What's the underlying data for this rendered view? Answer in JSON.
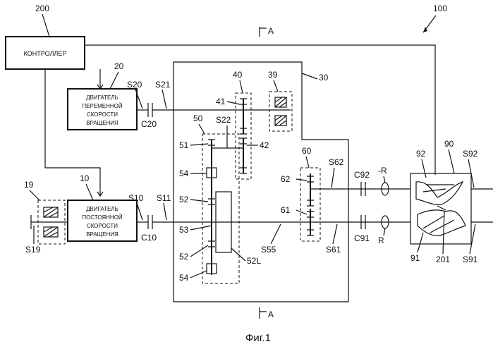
{
  "labels": {
    "controller_ref": "200",
    "system_ref": "100",
    "section_top": "A",
    "section_bottom": "A",
    "motor_var_ref": "20",
    "motor_const_ref": "10",
    "gearbox_ref": "30",
    "n40": "40",
    "n39": "39",
    "n41": "41",
    "n42": "42",
    "n50": "50",
    "n51": "51",
    "n52a": "52",
    "n52b": "52",
    "n53": "53",
    "n54a": "54",
    "n54b": "54",
    "n52L": "52L",
    "n60": "60",
    "n61": "61",
    "n62": "62",
    "n19": "19",
    "n90": "90",
    "n91": "91",
    "n92": "92",
    "n201": "201",
    "s20": "S20",
    "s21": "S21",
    "s22": "S22",
    "c20": "C20",
    "s10": "S10",
    "s11": "S11",
    "c10": "C10",
    "s19": "S19",
    "s55": "S55",
    "s61": "S61",
    "s62": "S62",
    "c92": "C92",
    "c91": "C91",
    "s92": "S92",
    "s91": "S91",
    "minus_r": "-R",
    "r": "R"
  },
  "boxes": {
    "controller": "КОНТРОЛЛЕР",
    "motor_var": [
      "ДВИГАТЕЛЬ",
      "ПЕРЕМЕННОЙ",
      "СКОРОСТИ",
      "ВРАЩЕНИЯ"
    ],
    "motor_const": [
      "ДВИГАТЕЛЬ",
      "ПОСТОЯННОЙ",
      "СКОРОСТИ",
      "ВРАЩЕНИЯ"
    ]
  },
  "caption": "Фиг.1"
}
